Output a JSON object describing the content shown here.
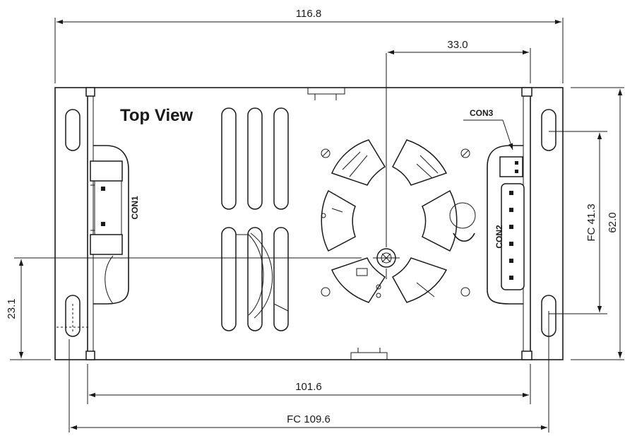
{
  "title": "Top View",
  "connectors": {
    "con1": "CON1",
    "con2": "CON2",
    "con3": "CON3"
  },
  "dimensions": {
    "overall_width": "116.8",
    "center_offset": "33.0",
    "inner_width": "101.6",
    "hole_pitch_horizontal": "FC 109.6",
    "hole_pitch_vertical": "FC 41.3",
    "overall_height": "62.0",
    "hole_offset": "23.1"
  }
}
